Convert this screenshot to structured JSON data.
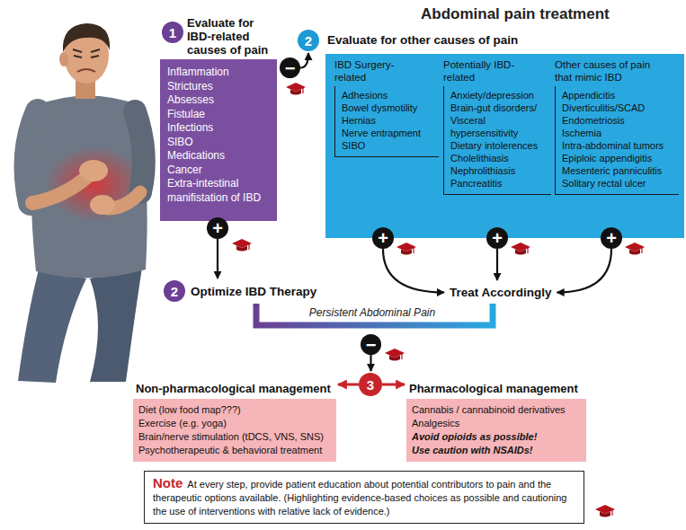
{
  "diagram": {
    "title": "Abdominal pain treatment",
    "nodes": [
      {
        "text": [
          "1"
        ]
      },
      {
        "text": [
          "Evaluate for IBD-related causes of pain",
          "Inflammation",
          "Strictures",
          "Absesses",
          "Fistulae",
          "Infections",
          "SIBO",
          "Medications",
          "Cancer",
          "Extra-intestinal manifistation of IBD"
        ]
      },
      {
        "text": [
          "−"
        ]
      },
      {
        "text": [
          "2"
        ]
      },
      {
        "text": [
          "Evaluate for other causes of pain"
        ]
      },
      {
        "text": [
          "IBD Surgery-related",
          "Adhesions",
          "Bowel dysmotility",
          "Hernias",
          "Nerve entrapment",
          "SIBO"
        ],
        "in": 4
      },
      {
        "text": [
          "Potentially IBD-related",
          "Anxiety/depression",
          "Brain-gut disorders/ Visceral hypersensitivity",
          "Dietary intolerences",
          "Cholelithiasis",
          "Nephrolithiasis",
          "Pancreatitis"
        ],
        "in": 4
      },
      {
        "text": [
          "Other causes of pain that mimic IBD",
          "Appendicitis",
          "Diverticulitis/SCAD",
          "Endometriosis",
          "Ischemia",
          "Intra-abdominal tumors",
          "Epiploic appendigitis",
          "Mesenteric panniculitis",
          "Solitary rectal ulcer"
        ],
        "in": 4
      },
      {
        "text": [
          "+"
        ]
      },
      {
        "text": [
          "+"
        ]
      },
      {
        "text": [
          "+"
        ]
      },
      {
        "text": [
          "+"
        ]
      },
      {
        "text": [
          "2",
          "Optimize IBD Therapy"
        ]
      },
      {
        "text": [
          "Treat Accordingly"
        ]
      },
      {
        "text": [
          "−"
        ]
      },
      {
        "text": [
          "3"
        ]
      },
      {
        "text": [
          "Non-pharmacological management",
          "Diet (low food map???)",
          "Exercise (e.g. yoga)",
          "Brain/nerve stimulation (tDCS, VNS, SNS)",
          "Psychotherapeutic & behavioral treatment"
        ]
      },
      {
        "text": [
          "Pharmacological management",
          "Cannabis / cannabinoid derivatives",
          "Analgesics",
          "Avoid opioids as possible!",
          "Use caution with NSAIDs!"
        ]
      },
      {
        "text": [
          "Note",
          "At every step, provide patient education about potential contributors to pain and the therapeutic options available. (Highlighting evidence-based choices as possible and cautioning the use of interventions with relative lack of evidence.)"
        ]
      }
    ],
    "edges": [
      {
        "from": 2,
        "to": 3,
        "arrow": "to"
      },
      {
        "from": 8,
        "to": 12,
        "arrow": "to"
      },
      {
        "from": 9,
        "to": 13,
        "arrow": "to"
      },
      {
        "from": 10,
        "to": 13,
        "arrow": "to"
      },
      {
        "from": 11,
        "to": 13,
        "arrow": "to"
      },
      {
        "from": 14,
        "to": 15,
        "arrow": "to"
      },
      {
        "from": 15,
        "to": 16,
        "arrow": "to"
      },
      {
        "from": 15,
        "to": 17,
        "arrow": "to"
      }
    ],
    "labels": [
      "Persistent Abdominal Pain"
    ]
  }
}
